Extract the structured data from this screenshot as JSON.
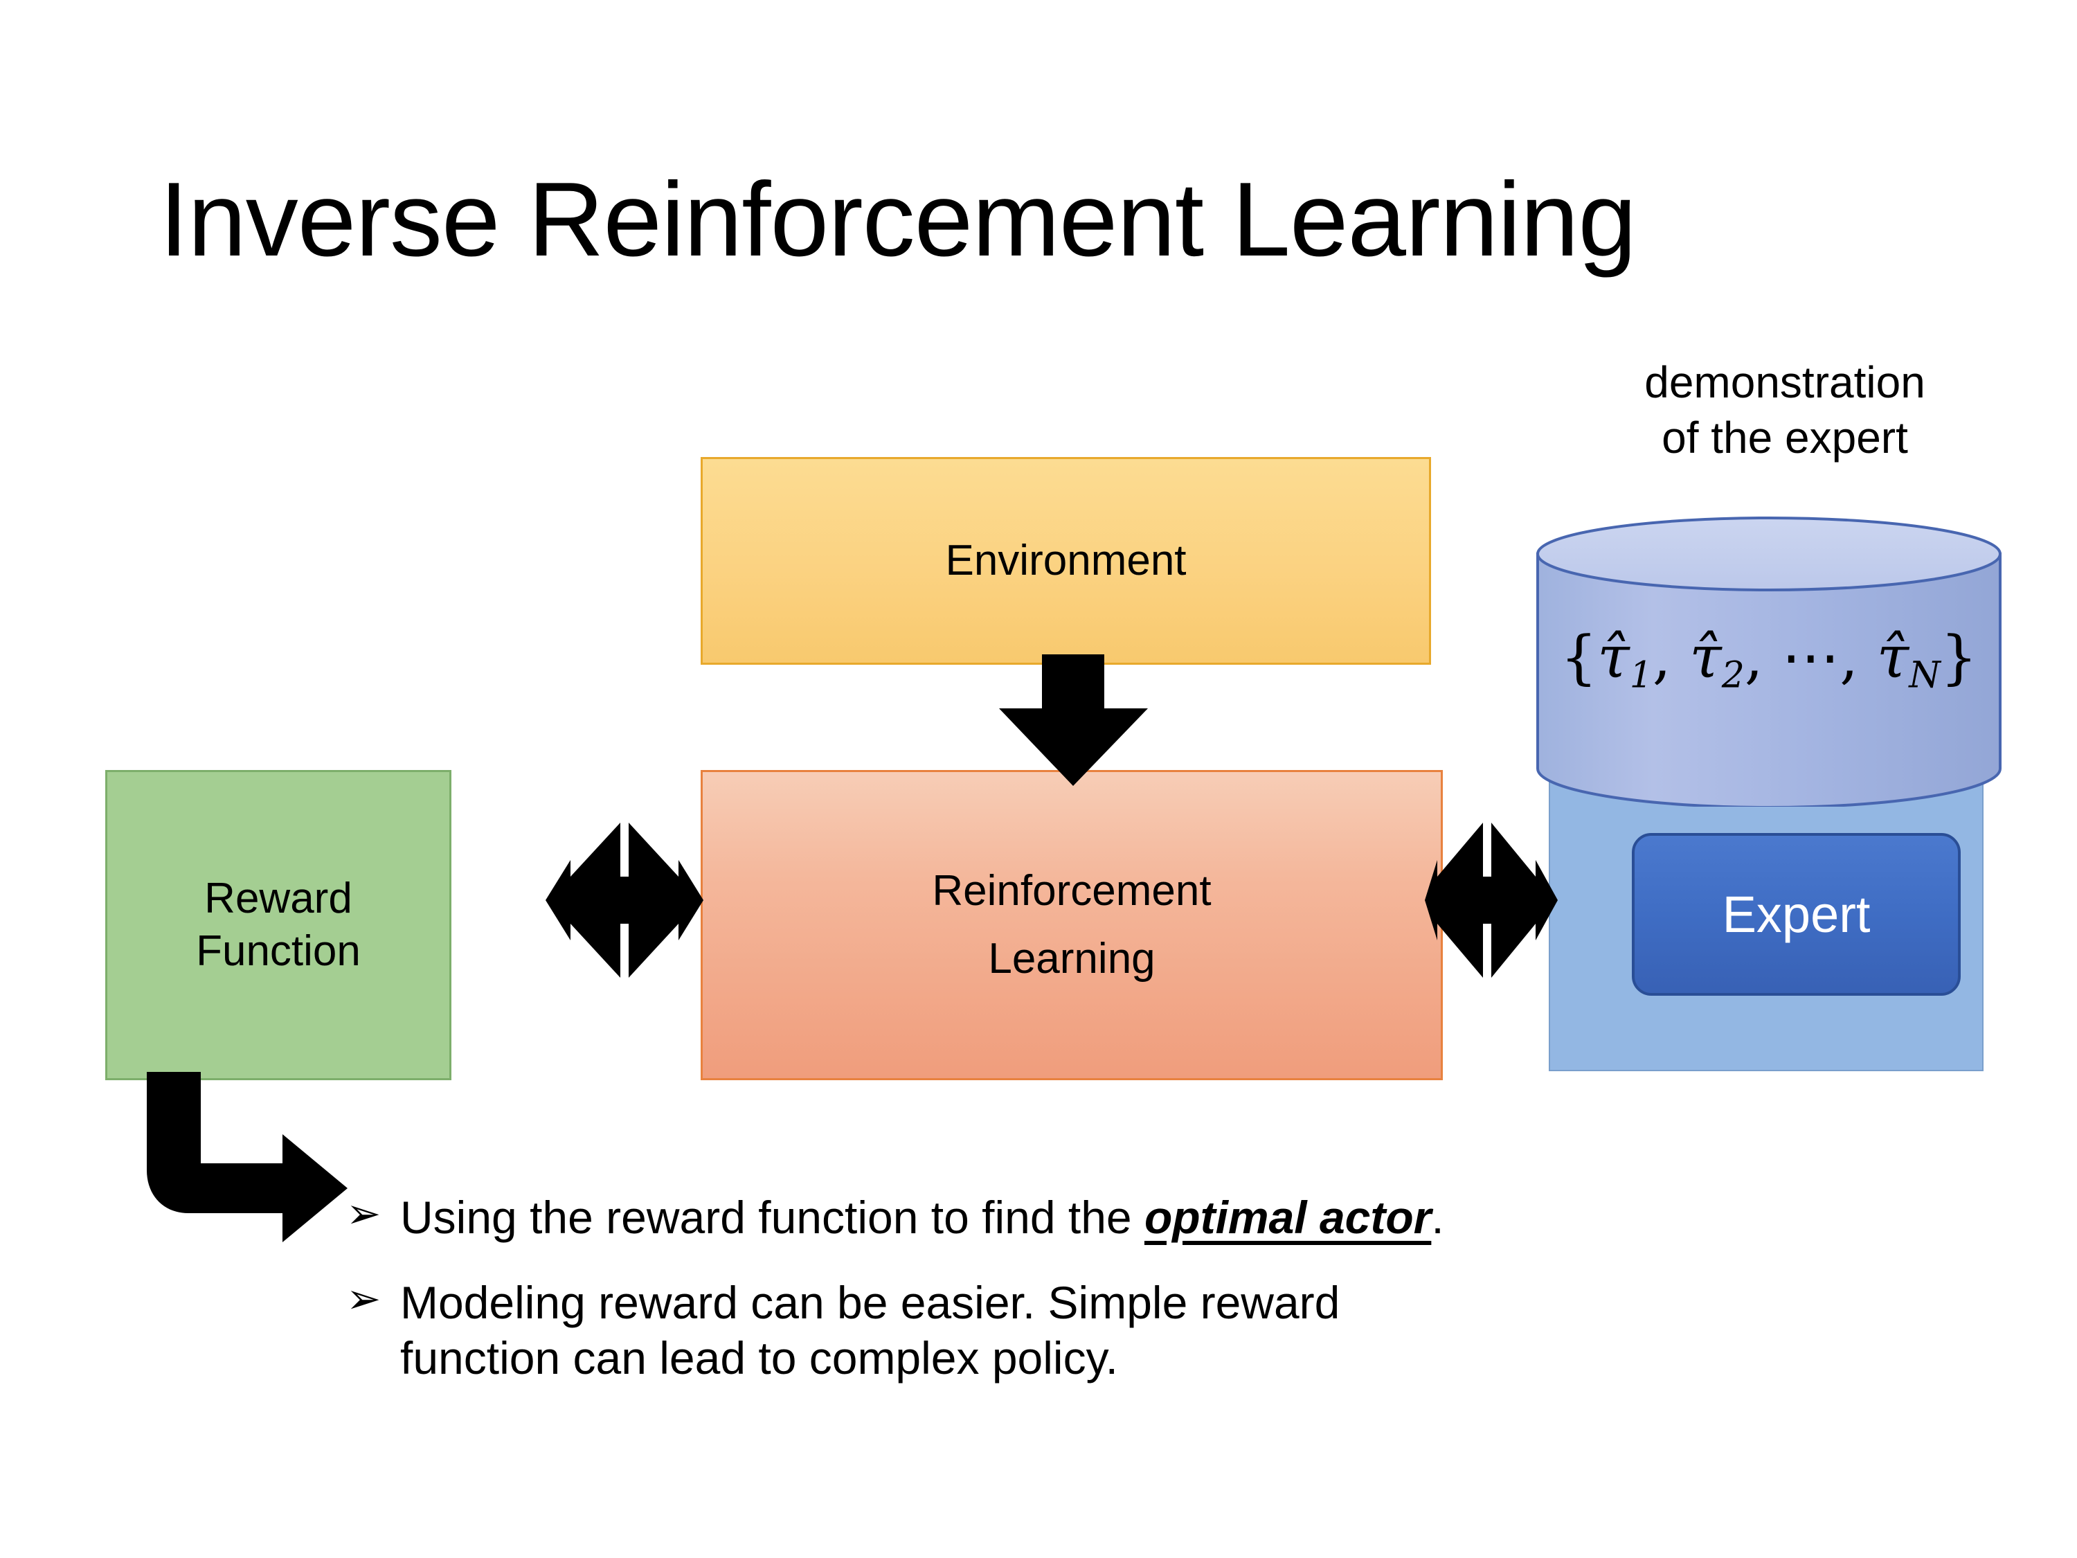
{
  "slide": {
    "title": "Inverse Reinforcement Learning"
  },
  "diagram": {
    "environment_box": {
      "label": "Environment",
      "fill": "#FBD281",
      "border": "#E8A92C"
    },
    "reward_box": {
      "label_line1": "Reward",
      "label_line2": "Function",
      "fill": "#A4CE92",
      "border": "#7DAE6B"
    },
    "rl_box": {
      "label_line1": "Reinforcement",
      "label_line2": "Learning",
      "fill": "#F4B79B",
      "border": "#E8823F"
    },
    "expert_group": {
      "caption_line1": "demonstration",
      "caption_line2": "of the expert",
      "cylinder": {
        "set_open": "{",
        "tau1": "τ̂",
        "sub1": "1",
        "comma1": ",",
        "tau2": "τ̂",
        "sub2": "2",
        "comma2": ",",
        "dots": "⋯",
        "comma3": ",",
        "tauN": "τ̂",
        "subN": "N",
        "set_close": "}",
        "body_fill": "#A8B8E0",
        "top_fill": "#C8D2EE",
        "stroke": "#4866B0"
      },
      "panel_fill": "#93B7E3",
      "expert_button": {
        "label": "Expert",
        "fill": "#3F6DC4",
        "border": "#2A4E96",
        "text_color": "#FFFFFF"
      }
    },
    "arrows": {
      "env_to_rl": "down-arrow-icon",
      "reward_to_rl": "left-right-quad-arrow-icon",
      "rl_to_expert": "left-right-quad-arrow-icon",
      "reward_to_bullets": "elbow-arrow-icon",
      "color": "#000000"
    }
  },
  "bullets": {
    "marker": "➢",
    "items": [
      {
        "prefix": "Using the reward function to find the ",
        "emphasis": "optimal actor",
        "suffix": "."
      },
      {
        "prefix": "Modeling reward can be easier. Simple reward function can lead to complex policy.",
        "emphasis": "",
        "suffix": ""
      }
    ]
  }
}
